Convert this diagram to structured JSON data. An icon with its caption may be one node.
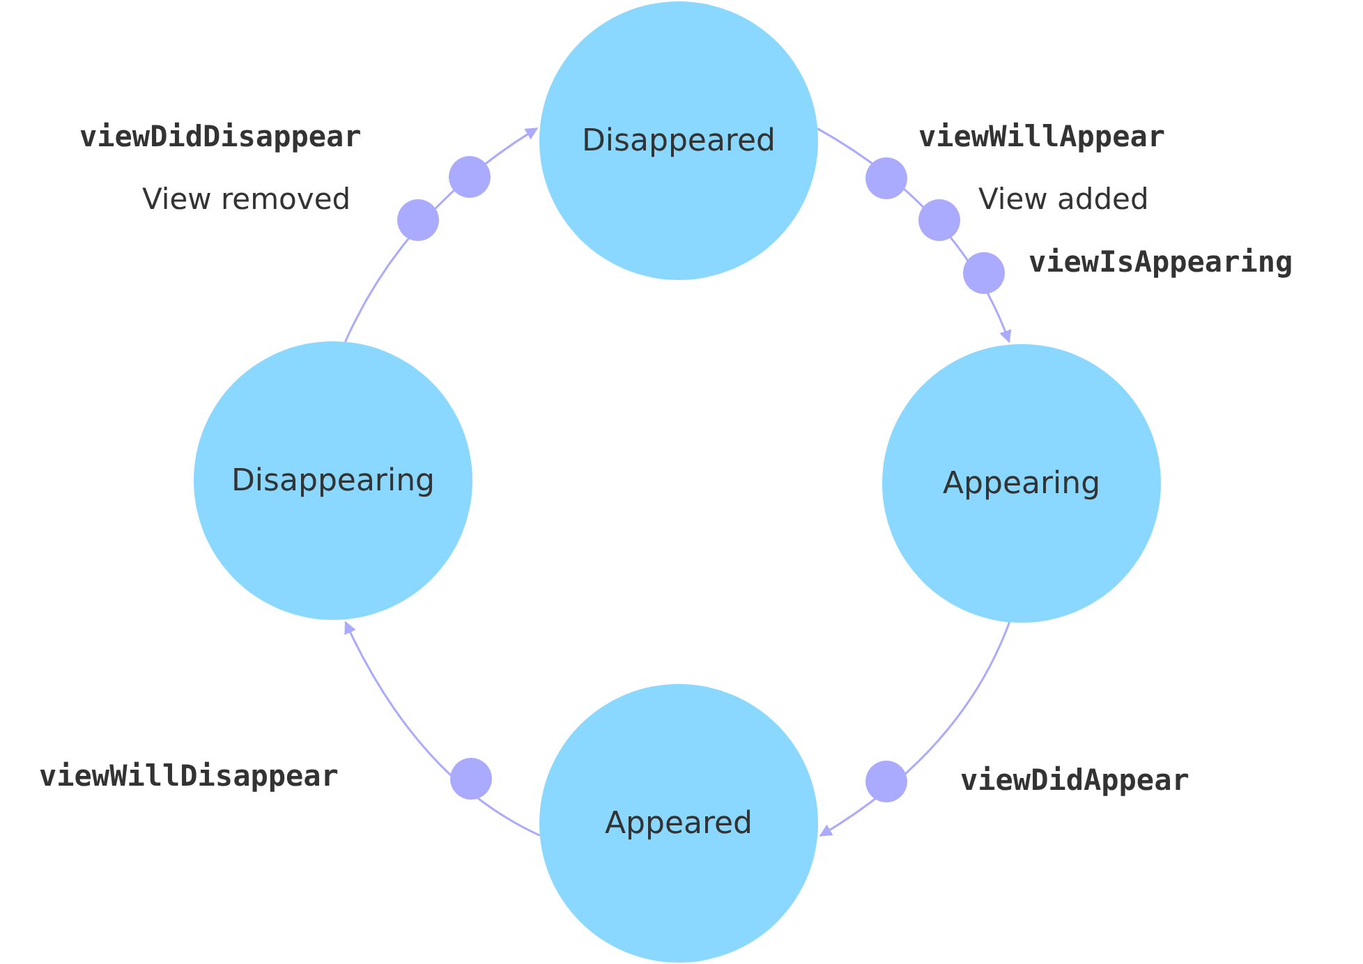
{
  "diagram": {
    "nodes": [
      {
        "text": [
          "Disappeared"
        ]
      },
      {
        "text": [
          "Appearing"
        ]
      },
      {
        "text": [
          "Appeared"
        ]
      },
      {
        "text": [
          "Disappearing"
        ]
      }
    ],
    "edges": [
      {
        "from": 0,
        "to": 1,
        "arrow": "to"
      },
      {
        "from": 1,
        "to": 2,
        "arrow": "to"
      },
      {
        "from": 2,
        "to": 3,
        "arrow": "to"
      },
      {
        "from": 3,
        "to": 0,
        "arrow": "to"
      }
    ],
    "labels": [
      "viewDidDisappear",
      "viewWillAppear",
      "View removed",
      "View added",
      "viewIsAppearing",
      "viewWillDisappear",
      "viewDidAppear"
    ]
  }
}
